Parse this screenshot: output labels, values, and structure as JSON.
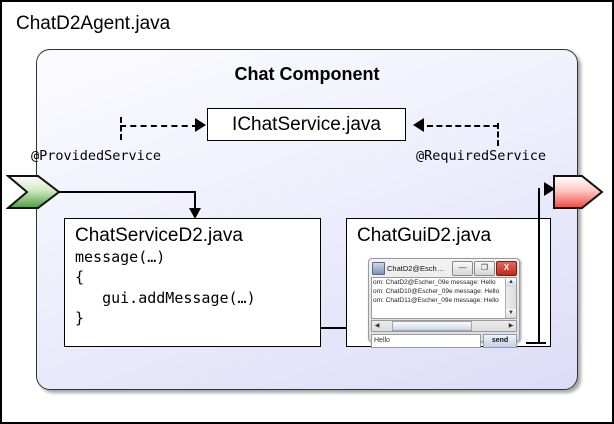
{
  "diagram": {
    "title": "ChatD2Agent.java",
    "component_title": "Chat Component",
    "interface_box": "IChatService.java",
    "annotations": {
      "provided": "@ProvidedService",
      "required": "@RequiredService"
    },
    "ports": {
      "provided_name": "provided-service-port",
      "provided_color": "#7bbf6a",
      "required_name": "required-service-port",
      "required_color": "#f0605a"
    }
  },
  "service_box": {
    "title": "ChatServiceD2.java",
    "code_lines": [
      "message(…)",
      "{",
      "   gui.addMessage(…)",
      "}"
    ]
  },
  "gui_box": {
    "title": "ChatGuiD2.java",
    "window": {
      "title": "ChatD2@Esch…",
      "minimize_label": "—",
      "maximize_label": "❐",
      "close_label": "X",
      "messages": [
        "om: ChatD2@Escher_09e message: Hello",
        "om: ChatD10@Escher_09e message: Hello",
        "om: ChatD11@Escher_09e message: Hello"
      ],
      "scroll_up": "▲",
      "scroll_down": "▼",
      "scroll_left": "◀",
      "scroll_right": "▶",
      "input_value": "Hello",
      "send_label": "send"
    }
  }
}
